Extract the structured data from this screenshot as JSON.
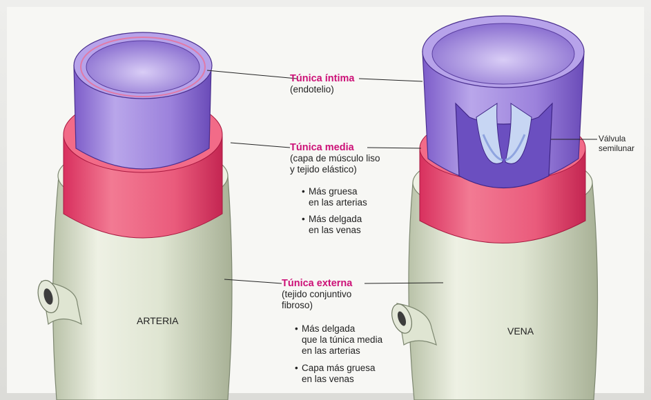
{
  "labels": {
    "intima": {
      "title": "Túnica íntima",
      "sub": [
        "(endotelio)"
      ]
    },
    "media": {
      "title": "Túnica media",
      "sub": [
        "(capa de músculo liso",
        "y tejido elástico)"
      ]
    },
    "externa": {
      "title": "Túnica externa",
      "sub": [
        "(tejido conjuntivo",
        "fibroso)"
      ]
    }
  },
  "media_notes": [
    [
      "Más gruesa",
      "en las arterias"
    ],
    [
      "Más delgada",
      "en las venas"
    ]
  ],
  "externa_notes": [
    [
      "Más delgada",
      "que la túnica media",
      "en las arterias"
    ],
    [
      "Capa más gruesa",
      "en las venas"
    ]
  ],
  "vessels": {
    "artery": "ARTERIA",
    "vein": "VENA"
  },
  "valve": [
    "Válvula",
    "semilunar"
  ],
  "colors": {
    "intima": "#8d6fd4",
    "media": "#e8456f",
    "externa": "#dde3cf",
    "title": "#cc1177"
  }
}
